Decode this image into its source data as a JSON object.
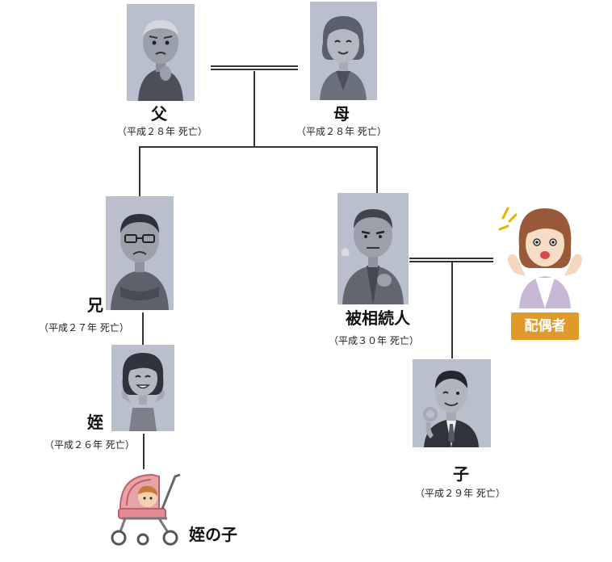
{
  "persons": {
    "father": {
      "name": "父",
      "date": "（平成２８年 死亡）"
    },
    "mother": {
      "name": "母",
      "date": "（平成２８年 死亡）"
    },
    "brother": {
      "name": "兄",
      "date": "（平成２７年 死亡）"
    },
    "decedent": {
      "name": "被相続人",
      "date": "（平成３０年 死亡）"
    },
    "niece": {
      "name": "姪",
      "date": "（平成２６年 死亡）"
    },
    "child": {
      "name": "子",
      "date": "（平成２９年 死亡）"
    },
    "niece_child": {
      "name": "姪の子"
    }
  },
  "spouse": {
    "badge": "配偶者"
  },
  "colors": {
    "portrait_bg": "#b9bfcc",
    "badge": "#e09a2a",
    "line": "#333333"
  }
}
